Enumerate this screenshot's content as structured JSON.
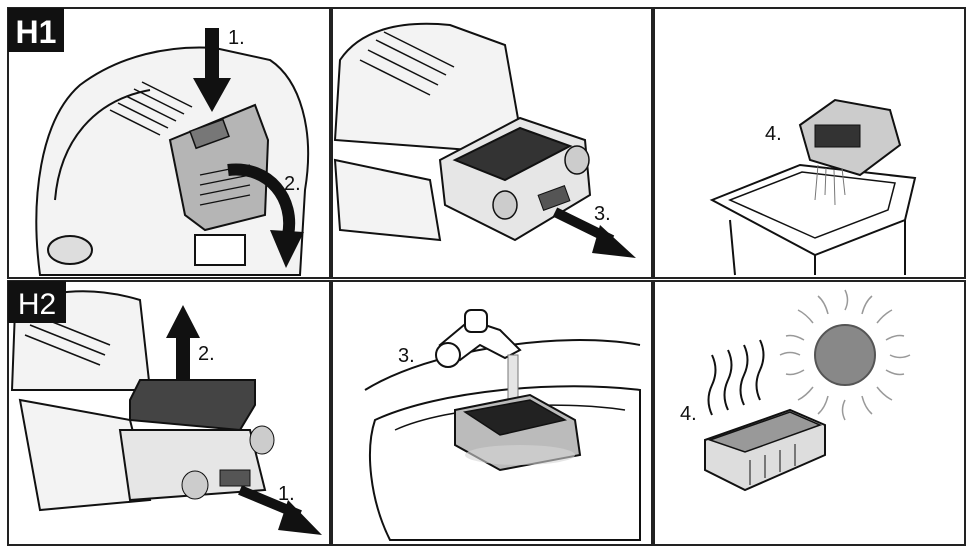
{
  "rows": [
    {
      "badge": "H1",
      "panels": [
        {
          "steps": [
            "1.",
            "2."
          ]
        },
        {
          "steps": [
            "3."
          ]
        },
        {
          "steps": [
            "4."
          ]
        }
      ]
    },
    {
      "badge": "H2",
      "panels": [
        {
          "steps": [
            "1.",
            "2."
          ]
        },
        {
          "steps": [
            "3."
          ]
        },
        {
          "steps": [
            "4."
          ]
        }
      ]
    }
  ],
  "colors": {
    "line": "#111111",
    "panel_border": "#222222",
    "badge_bg": "#111111",
    "badge_fg": "#ffffff",
    "housing_gray": "#b5b5b5",
    "filter_dark": "#333333"
  }
}
